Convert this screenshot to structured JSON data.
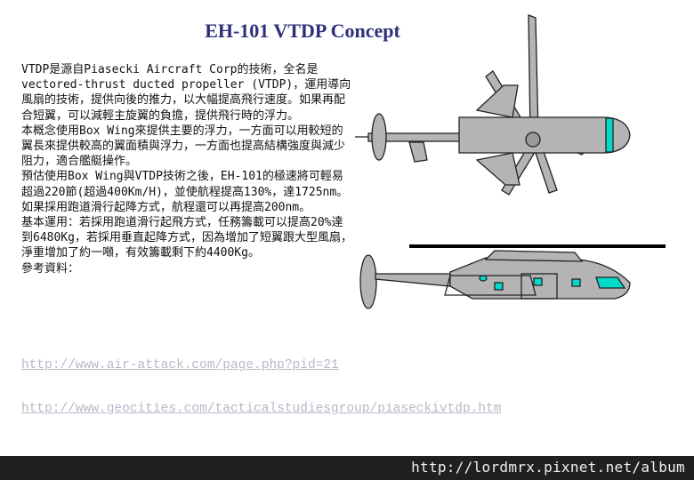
{
  "title": "EH-101 VTDP Concept",
  "paragraphs": [
    "VTDP是源自Piasecki Aircraft Corp的技術，全名是vectored-thrust ducted propeller (VTDP)，運用導向風扇的技術，提供向後的推力，以大幅提高飛行速度。如果再配合短翼，可以減輕主旋翼的負擔，提供飛行時的浮力。",
    "本概念使用Box Wing來提供主要的浮力，一方面可以用較短的翼長來提供較高的翼面積與浮力，一方面也提高結構強度與減少阻力，適合艦艇操作。",
    "預估使用Box Wing與VTDP技術之後，EH-101的極速將可輕易超過220節(超過400Km/H)，並使航程提高130%，達1725nm。如果採用跑道滑行起降方式，航程還可以再提高200nm。",
    "基本運用：若採用跑道滑行起飛方式，任務籌載可以提高20%達到6480Kg，若採用垂直起降方式，因為增加了短翼跟大型風扇，淨重增加了約一噸，有效籌載剩下約4400Kg。",
    "參考資料："
  ],
  "links": [
    "http://www.air-attack.com/page.php?pid=21",
    "http://www.geocities.com/tacticalstudiesgroup/piaseckivtdp.htm"
  ],
  "watermark": "http://lordmrx.pixnet.net/album",
  "colors": {
    "title": "#2e2e7a",
    "link": "#b8b8c8",
    "aircraft_fill": "#b4b4b4",
    "window_cyan": "#00d8c8",
    "footer_bg": "#202020"
  }
}
